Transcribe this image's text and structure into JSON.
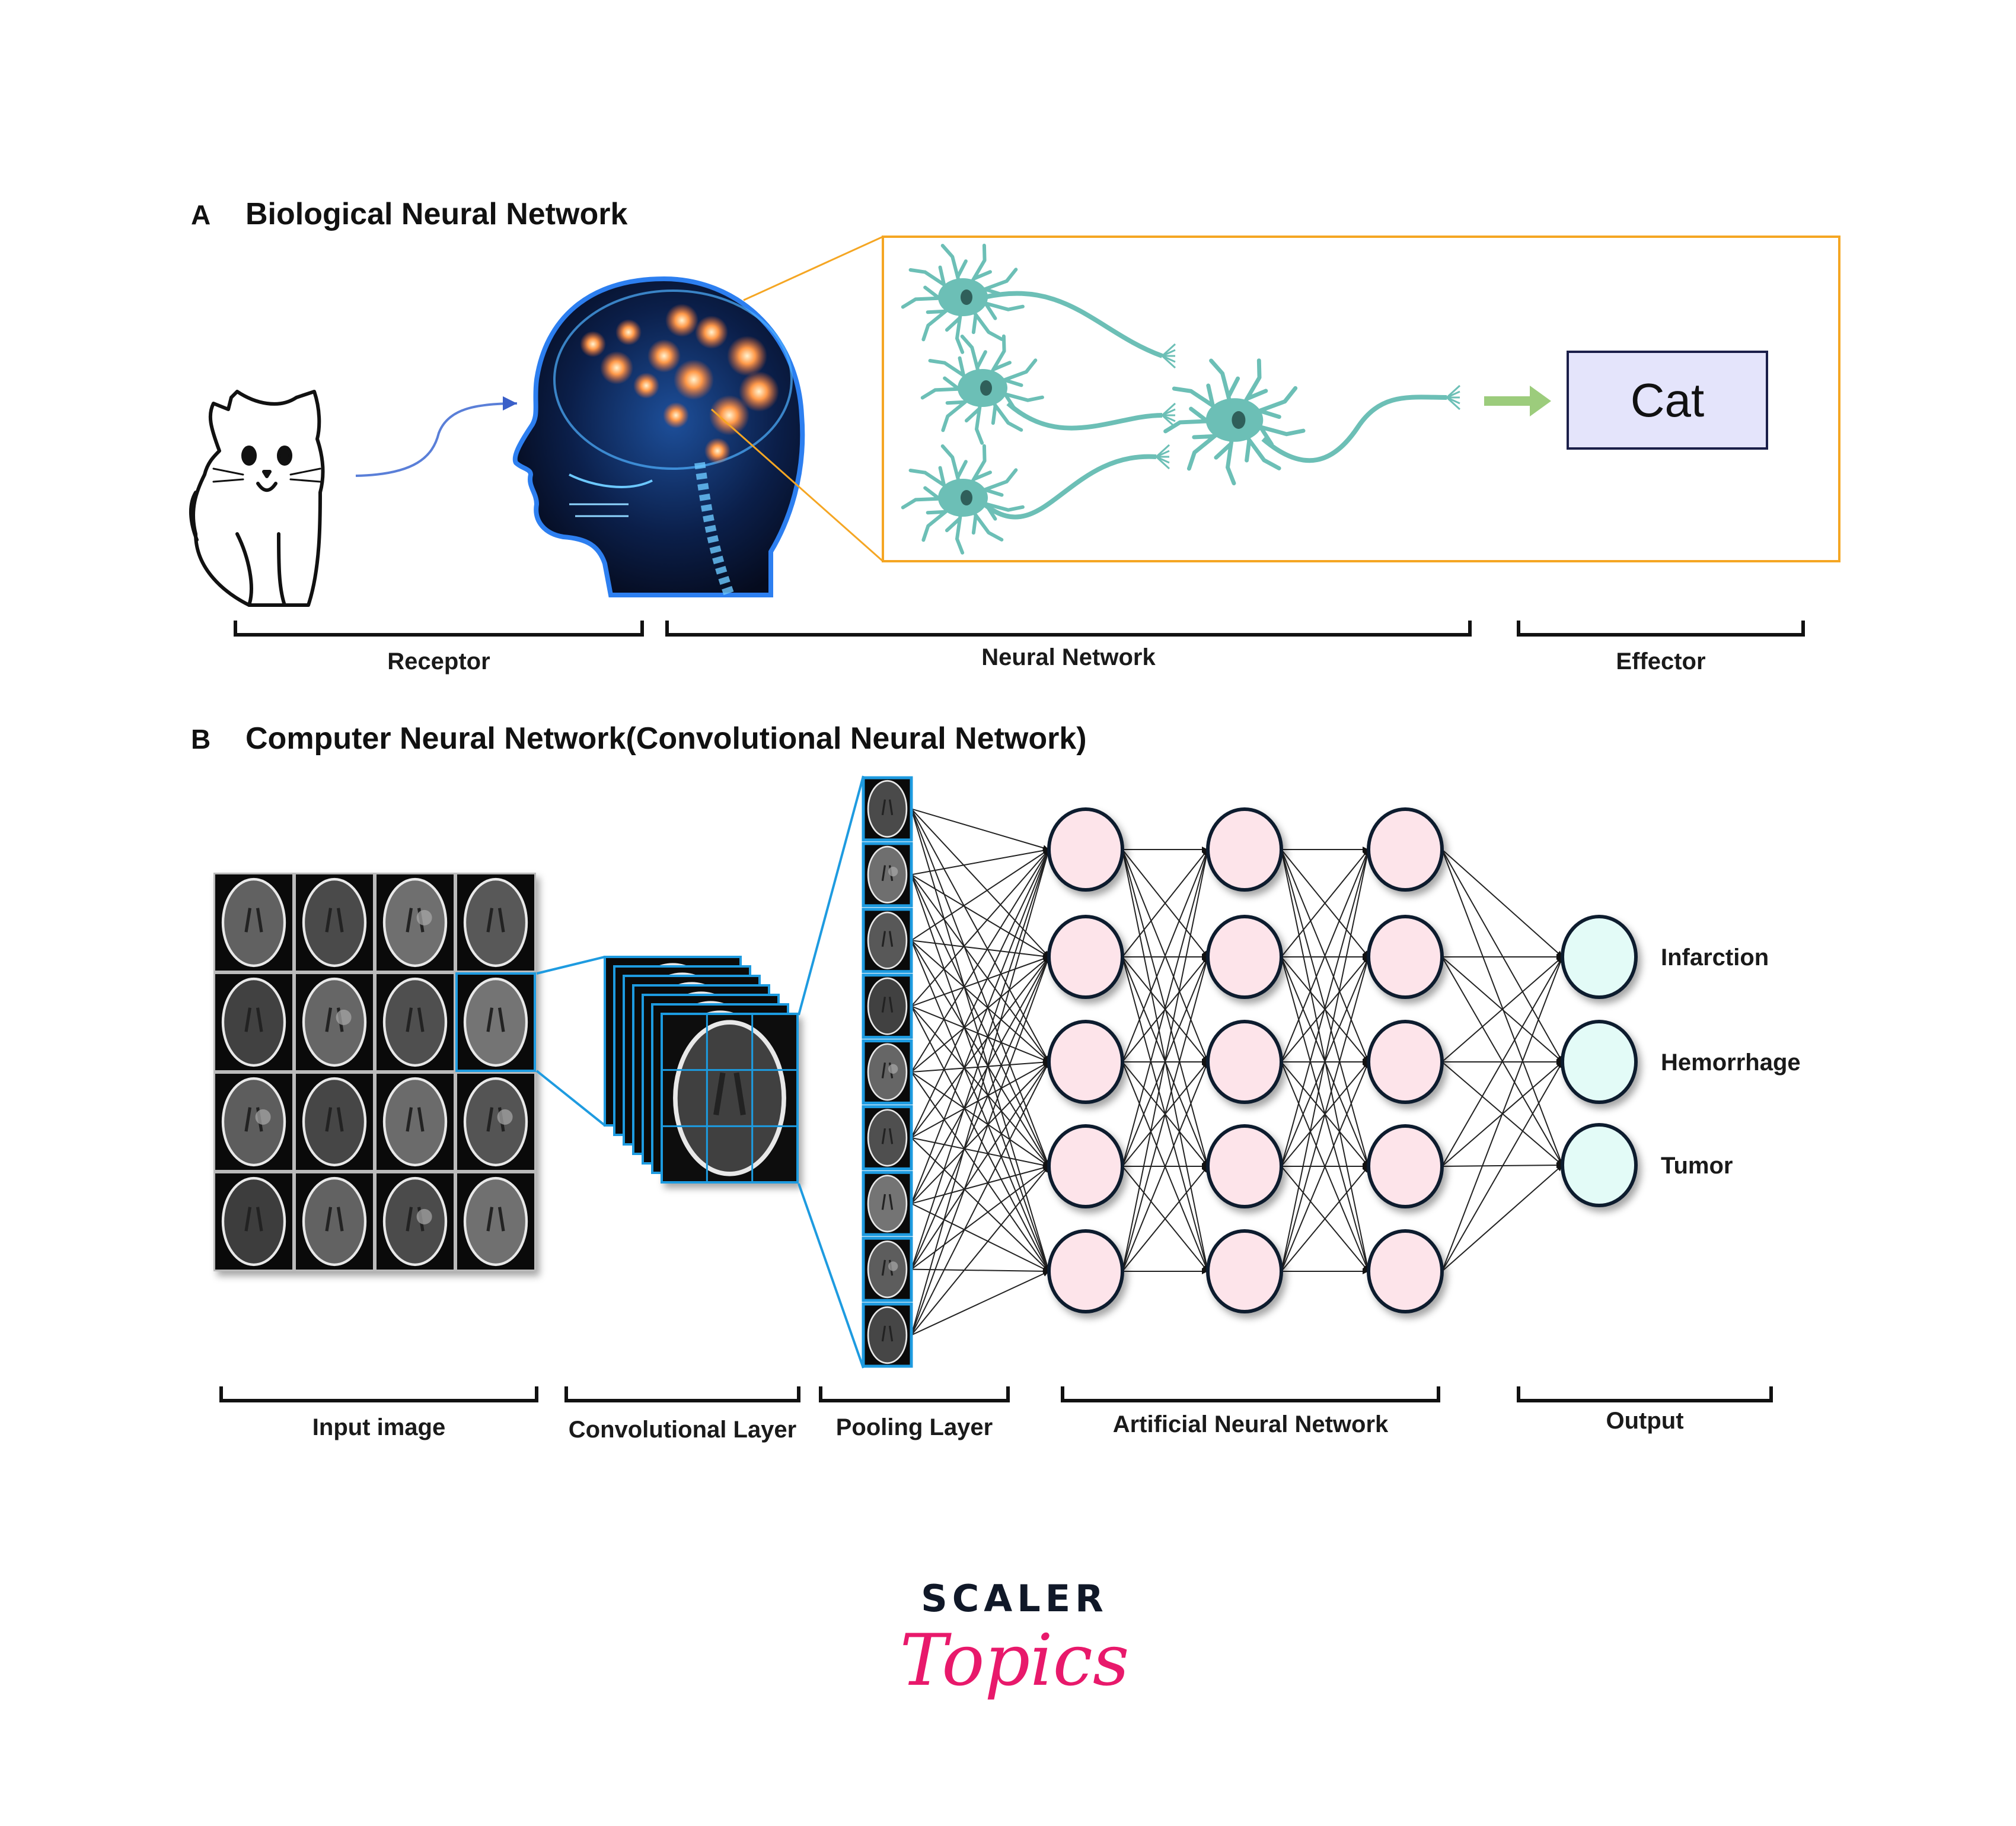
{
  "section_a": {
    "letter": "A",
    "title": "Biological Neural Network",
    "output_box_label": "Cat",
    "brackets": {
      "receptor": "Receptor",
      "neural_network": "Neural Network",
      "effector": "Effector"
    }
  },
  "section_b": {
    "letter": "B",
    "title": "Computer Neural Network(Convolutional Neural Network)",
    "input_grid": {
      "rows": 4,
      "cols": 4
    },
    "conv_feature_maps": 7,
    "pooling_tiles": 9,
    "hidden_layers": [
      5,
      5,
      5
    ],
    "outputs": [
      "Infarction",
      "Hemorrhage",
      "Tumor"
    ],
    "brackets": {
      "input_image": "Input image",
      "conv_layer": "Convolutional Layer",
      "pooling_layer": "Pooling Layer",
      "ann": "Artificial Neural Network",
      "output": "Output"
    }
  },
  "logo": {
    "line1": "SCALER",
    "line2": "Topics"
  },
  "colors": {
    "zoom_box": "#f5a623",
    "cat_box_fill": "#e4e4fb",
    "neuron": "#6cbfb6",
    "effector_arrow": "#9ccc7c",
    "cnn_blue": "#1e9be0",
    "hidden_node": "#fde4ea",
    "output_node": "#e3fbf7",
    "logo_dark": "#101828",
    "logo_pink": "#e8196b"
  }
}
